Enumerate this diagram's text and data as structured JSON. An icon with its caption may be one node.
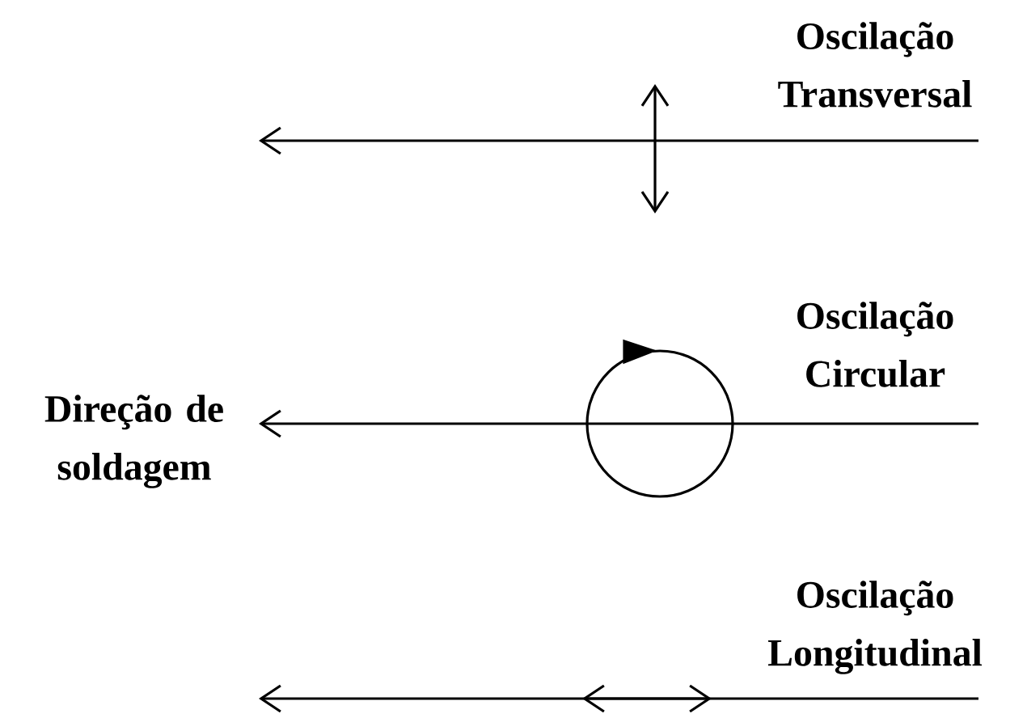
{
  "diagram": {
    "labels": [
      "Oscilação Transversal",
      "Oscilação Circular",
      "Direção de soldagem",
      "Oscilação Longitudinal"
    ]
  }
}
